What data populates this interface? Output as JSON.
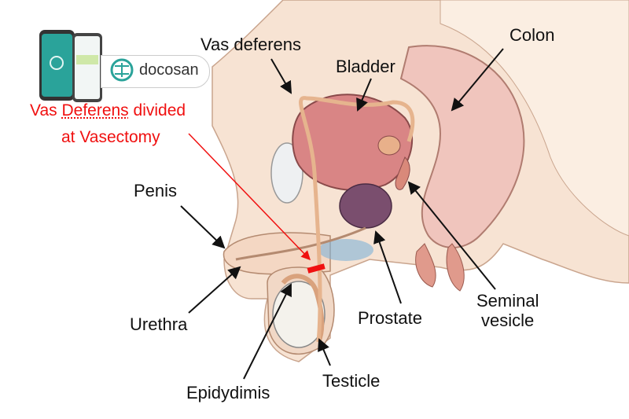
{
  "brand": {
    "name": "docosan",
    "color": "#2aa39a"
  },
  "annotation": {
    "line1_a": "Vas ",
    "line1_b": "Deferens",
    "line1_c": " divided",
    "line2": "at Vasectomy",
    "color": "#f01010"
  },
  "labels": {
    "vas_deferens": "Vas deferens",
    "bladder": "Bladder",
    "colon": "Colon",
    "penis": "Penis",
    "urethra": "Urethra",
    "prostate": "Prostate",
    "seminal_vesicle_1": "Seminal",
    "seminal_vesicle_2": "vesicle",
    "testicle": "Testicle",
    "epidydimis": "Epidydimis"
  }
}
